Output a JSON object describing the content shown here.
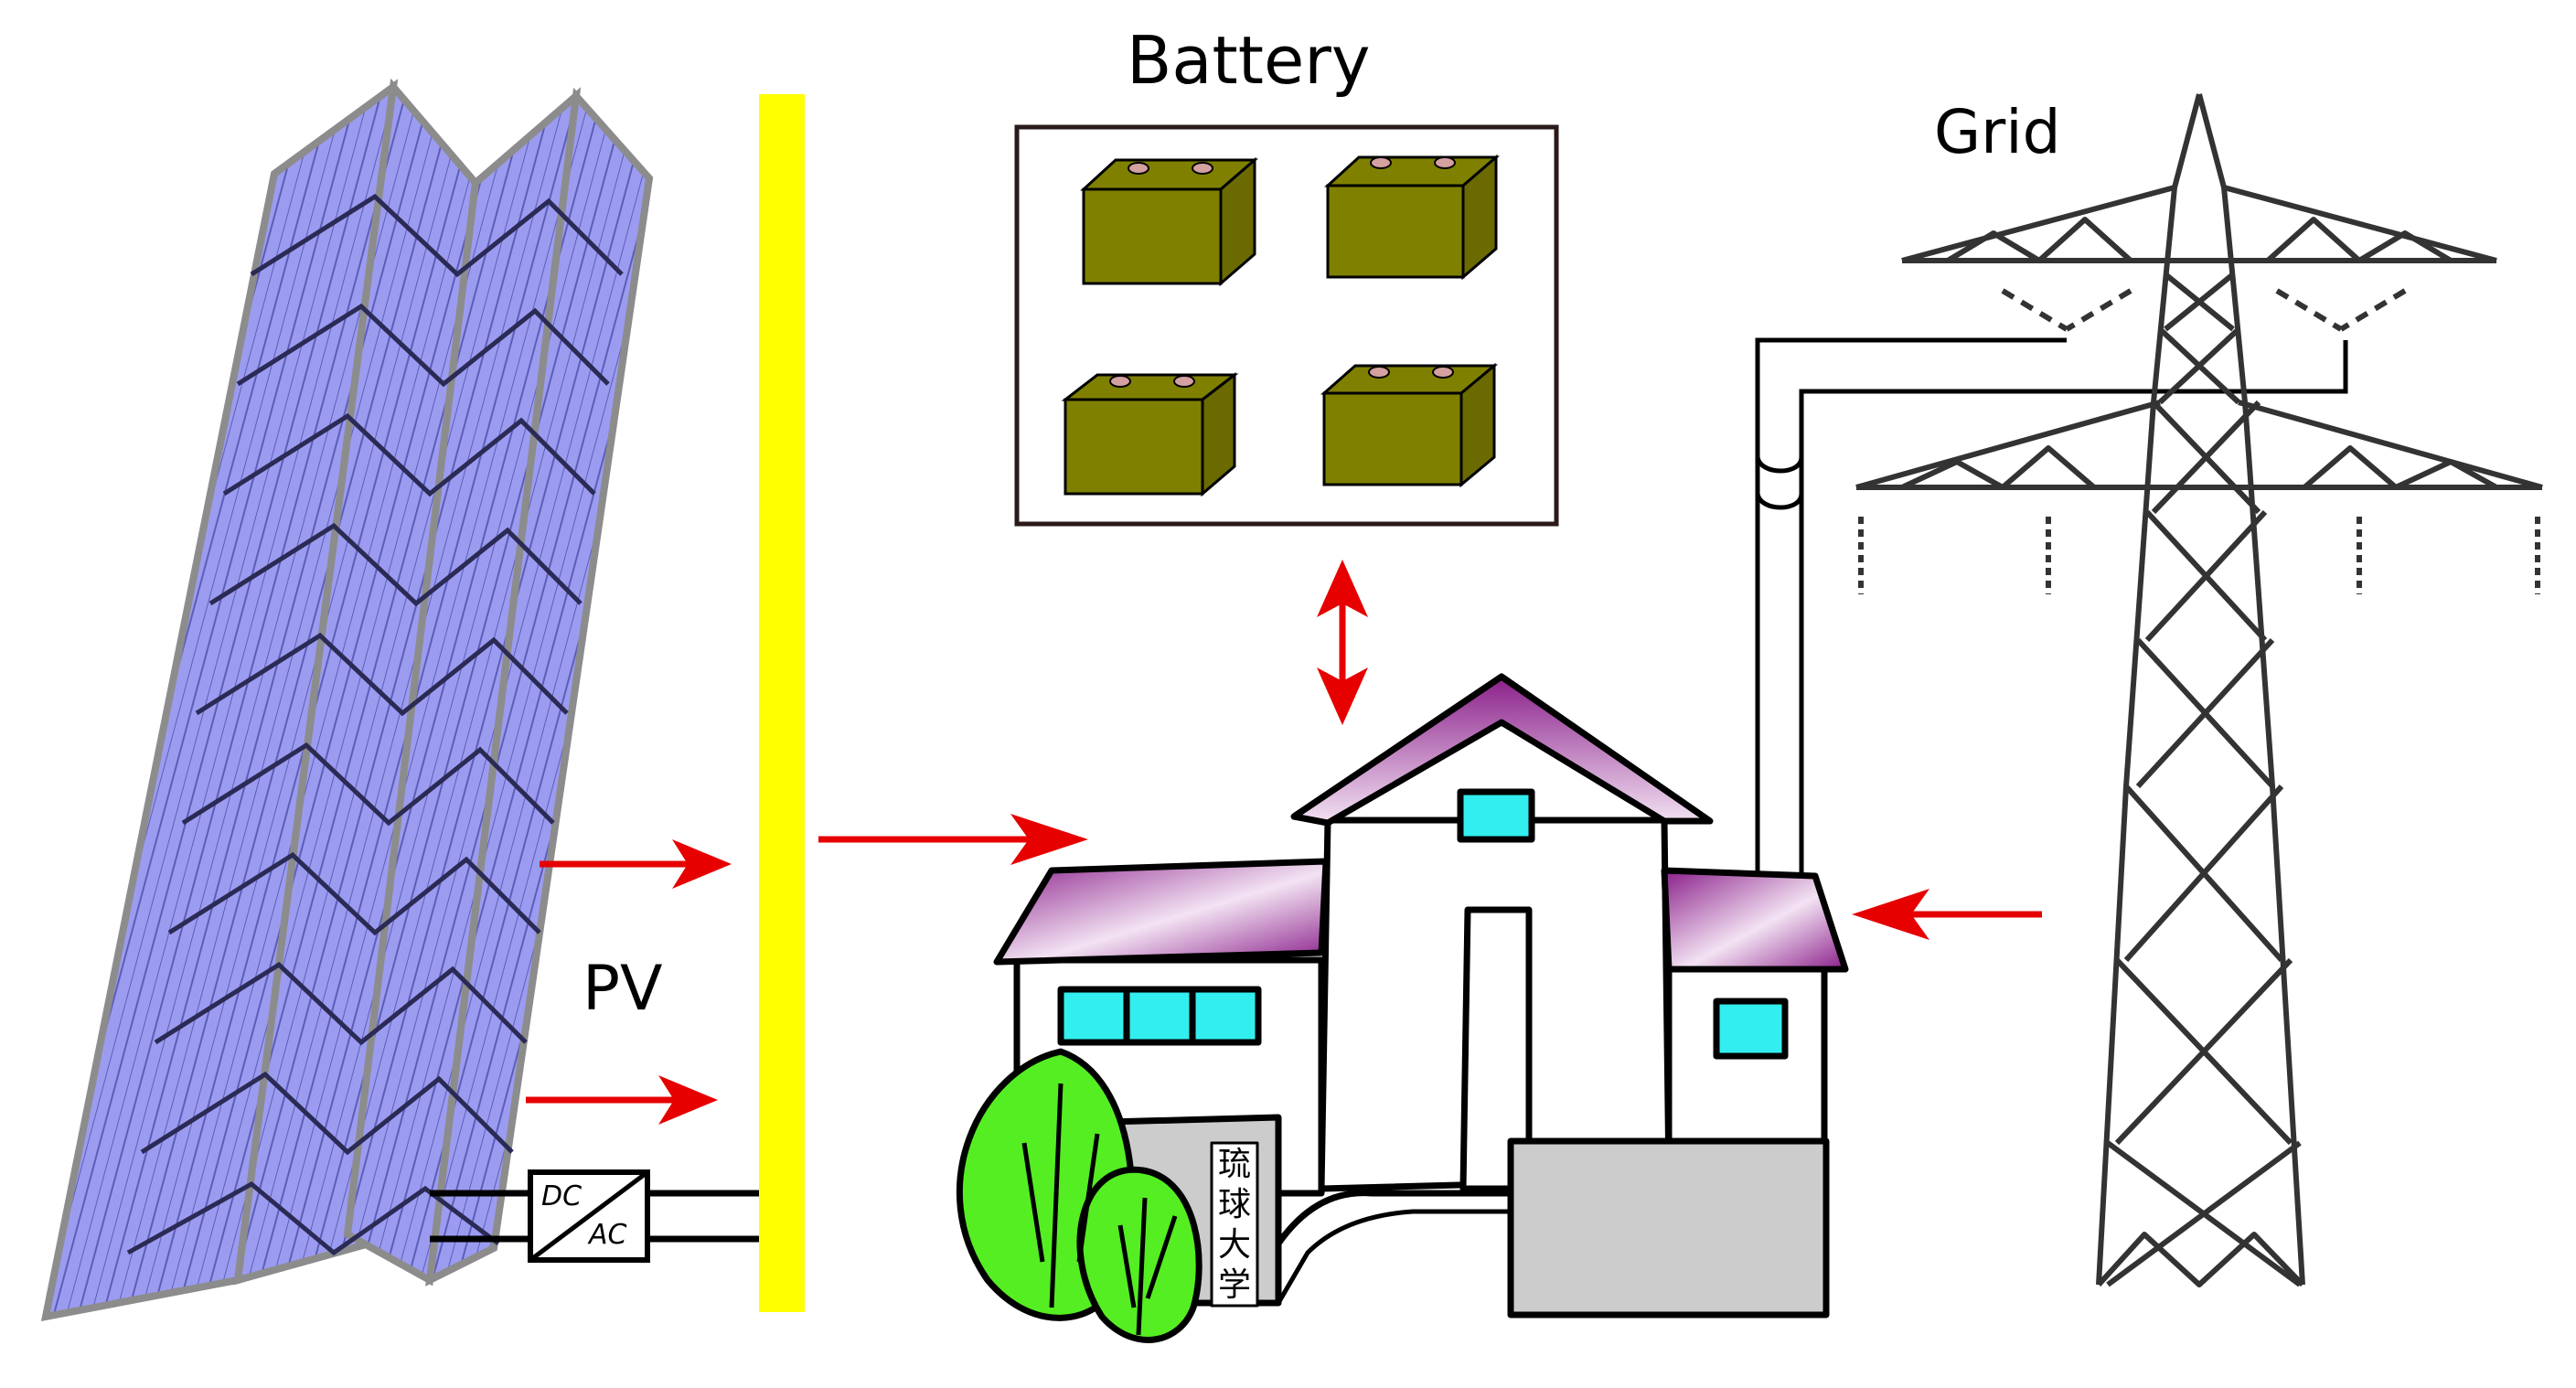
{
  "labels": {
    "battery": "Battery",
    "grid": "Grid",
    "pv": "PV",
    "inverter_dc": "DC",
    "inverter_ac": "AC",
    "plaque": [
      "琉",
      "球",
      "大",
      "学"
    ]
  },
  "colors": {
    "pv_panel": "#9b9cf0",
    "pv_frame": "#8c8c8c",
    "bus_bar": "#ffff00",
    "battery_cell": "#808000",
    "battery_terminal": "#d4a0a0",
    "arrow": "#e60000",
    "roof": "#9a2a9a",
    "window": "#33eeee",
    "tree": "#55ee22",
    "wall": "#ffffff",
    "garage": "#cccccc",
    "outline": "#000000"
  }
}
